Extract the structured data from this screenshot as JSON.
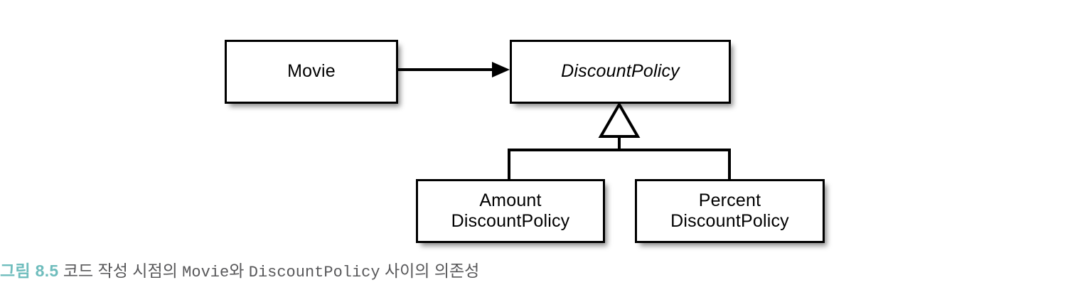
{
  "figure": {
    "diagram_type": "uml-class-diagram",
    "background_color": "#ffffff",
    "line_color": "#000000",
    "box_fill": "#ffffff"
  },
  "classes": {
    "movie": {
      "name": "Movie",
      "stereotype": "concrete"
    },
    "discount_policy": {
      "name": "DiscountPolicy",
      "stereotype": "abstract"
    },
    "amount_discount_policy": {
      "name": "Amount\nDiscountPolicy",
      "stereotype": "concrete"
    },
    "percent_discount_policy": {
      "name": "Percent\nDiscountPolicy",
      "stereotype": "concrete"
    }
  },
  "relationships": [
    {
      "id": "movie-to-discountpolicy",
      "type": "dependency",
      "from": "Movie",
      "to": "DiscountPolicy",
      "arrow": "filled-arrowhead"
    },
    {
      "id": "amount-generalization",
      "type": "generalization",
      "from": "AmountDiscountPolicy",
      "to": "DiscountPolicy",
      "arrow": "hollow-triangle"
    },
    {
      "id": "percent-generalization",
      "type": "generalization",
      "from": "PercentDiscountPolicy",
      "to": "DiscountPolicy",
      "arrow": "hollow-triangle"
    }
  ],
  "caption": {
    "number": "그림 8.5",
    "number_color": "#6fbdbd",
    "text_color": "#58585a",
    "part1": " 코드 작성 시점의 ",
    "code1": "Movie",
    "part2": "와 ",
    "code2": "DiscountPolicy",
    "part3": " 사이의 의존성",
    "full_text": "그림 8.5 코드 작성 시점의 Movie와 DiscountPolicy 사이의 의존성"
  }
}
